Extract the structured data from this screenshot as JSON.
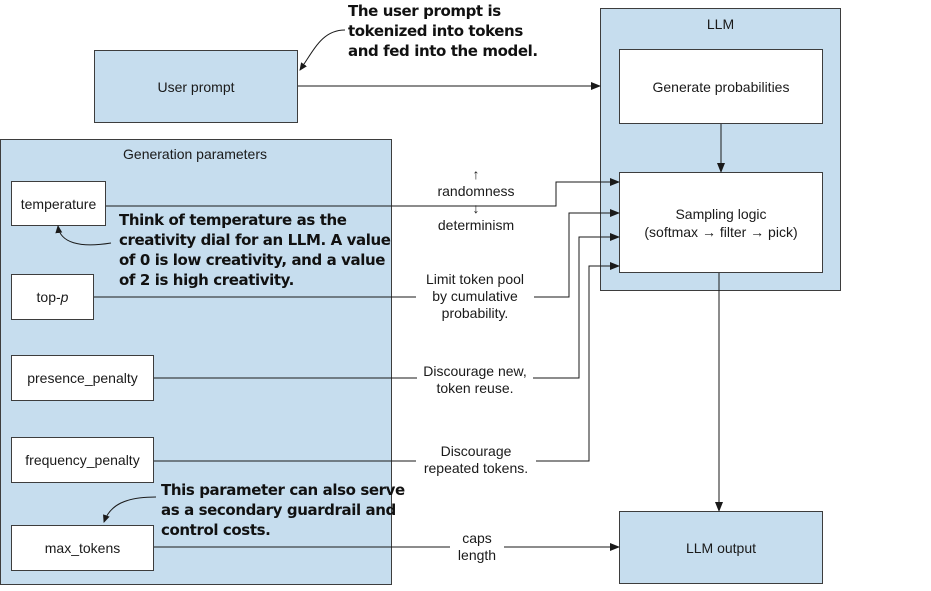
{
  "llm": {
    "title": "LLM",
    "generate": "Generate probabilities",
    "sampling_line1": "Sampling logic",
    "sampling_line2": "(softmax → filter → pick)"
  },
  "user_prompt": "User prompt",
  "output": "LLM output",
  "params": {
    "title": "Generation parameters",
    "temperature": "temperature",
    "top_p_prefix": "top-",
    "top_p_italic": "p",
    "presence": "presence_penalty",
    "frequency": "frequency_penalty",
    "max_tokens": "max_tokens"
  },
  "edge_labels": {
    "up_arrow": "↑",
    "randomness": "randomness",
    "down_arrow": "↓",
    "determinism": "determinism",
    "topp_1": "Limit token pool",
    "topp_2": "by cumulative",
    "topp_3": "probability.",
    "presence_1": "Discourage new,",
    "presence_2": "token reuse.",
    "freq_1": "Discourage",
    "freq_2": "repeated tokens.",
    "max_1": "caps",
    "max_2": "length"
  },
  "notes": {
    "prompt": [
      "The user prompt is",
      "tokenized into tokens",
      "and fed into the model."
    ],
    "temperature": [
      "Think of temperature as the",
      "creativity dial for an LLM. A value",
      "of 0 is low creativity, and a value",
      "of 2 is high creativity."
    ],
    "max_tokens": [
      "This parameter can also serve",
      "as a secondary guardrail and",
      "control costs."
    ]
  },
  "colors": {
    "box_fill": "#c6ddee",
    "stroke": "#3d3d3d"
  }
}
